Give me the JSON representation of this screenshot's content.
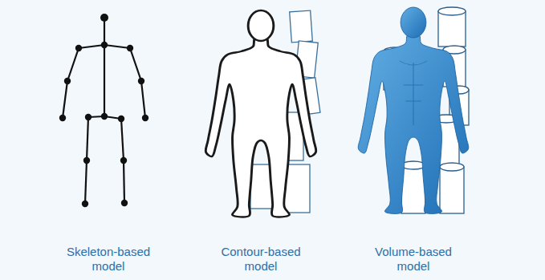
{
  "diagram": {
    "labels": [
      "Skeleton-based model",
      "Contour-based model",
      "Volume-based model"
    ]
  }
}
